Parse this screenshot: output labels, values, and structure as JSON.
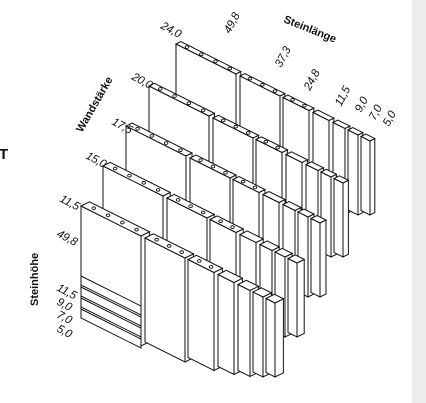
{
  "edge_letter": "T",
  "axis_labels": {
    "wall_thickness": "Wandstärke",
    "brick_length": "Steinlänge",
    "brick_height": "Steinhöhe"
  },
  "wall_thickness_labels": [
    "24,0",
    "20,0",
    "17,5",
    "15,0",
    "11,5"
  ],
  "brick_length_labels": [
    "49,8",
    "37,3",
    "24,8",
    "11,5",
    "9,0",
    "7,0",
    "5,0"
  ],
  "brick_height_labels": [
    "49,8",
    "11,5",
    "9,0",
    "7,0",
    "5,0"
  ],
  "colors": {
    "line": "#111111",
    "fill": "#ffffff",
    "sidebar": "#ececec"
  }
}
